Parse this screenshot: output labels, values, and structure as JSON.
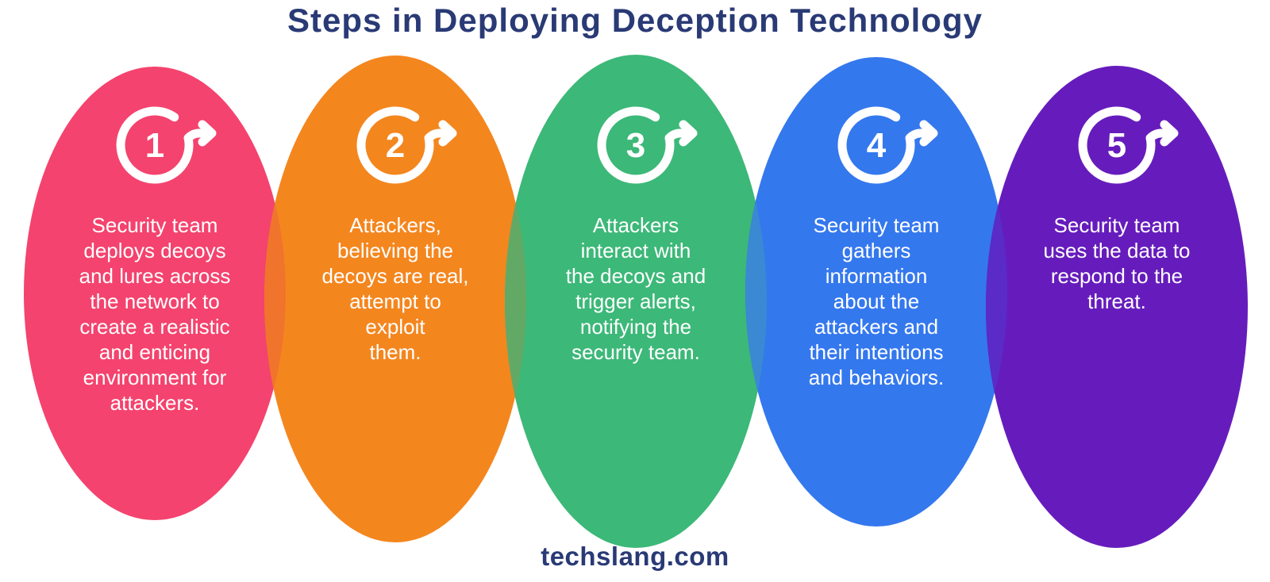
{
  "title": "Steps in Deploying Deception Technology",
  "footer": "techslang.com",
  "colors": {
    "background": "#FFFFFF",
    "heading_text": "#293A75",
    "step_text": "#FFFFFF",
    "icon": "#FFFFFF"
  },
  "steps": [
    {
      "number": "1",
      "color": "#F4436E",
      "overlap_with_previous": null,
      "text": "Security team\ndeploys decoys\nand lures across\nthe network to\ncreate a realistic\nand enticing\nenvironment for\nattackers."
    },
    {
      "number": "2",
      "color": "#F4861E",
      "overlap_with_previous": "#F0742C",
      "text": "Attackers,\nbelieving the\ndecoys are real,\nattempt to\nexploit\nthem."
    },
    {
      "number": "3",
      "color": "#3CB878",
      "overlap_with_previous": "#63A966",
      "text": "Attackers\ninteract with\nthe decoys and\ntrigger alerts,\nnotifying the\nsecurity team."
    },
    {
      "number": "4",
      "color": "#3478EE",
      "overlap_with_previous": "#3A89D2",
      "text": "Security team\ngathers\ninformation\nabout the\nattackers and\ntheir intentions\nand behaviors."
    },
    {
      "number": "5",
      "color": "#661CBC",
      "overlap_with_previous": "#5A2BC7",
      "text": "Security team\nuses the data to\nrespond to the\nthreat."
    }
  ]
}
